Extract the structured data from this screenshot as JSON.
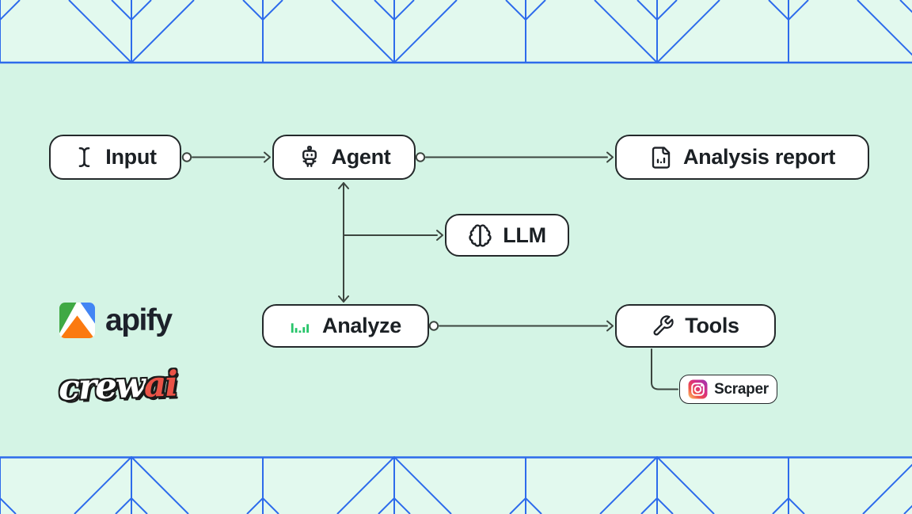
{
  "canvas": {
    "background_color": "#d4f4e5",
    "border_background_color": "#e2f9ee",
    "border_line_color": "#2d6beb",
    "connector_color": "#3c453f",
    "node_border_color": "#24292b",
    "node_text_color": "#1b2024"
  },
  "nodes": {
    "input": {
      "label": "Input",
      "icon": "text-cursor-icon"
    },
    "agent": {
      "label": "Agent",
      "icon": "robot-icon"
    },
    "report": {
      "label": "Analysis report",
      "icon": "file-chart-icon"
    },
    "llm": {
      "label": "LLM",
      "icon": "brain-icon"
    },
    "analyze": {
      "label": "Analyze",
      "icon": "bar-chart-icon",
      "bar_color": "#27c56a"
    },
    "tools": {
      "label": "Tools",
      "icon": "wrench-icon"
    },
    "scraper": {
      "label": "Scraper",
      "icon": "instagram-icon"
    }
  },
  "edges": [
    {
      "from": "input",
      "to": "agent",
      "style": "arrow-with-source-dot"
    },
    {
      "from": "agent",
      "to": "report",
      "style": "arrow-with-source-dot"
    },
    {
      "from": "agent",
      "to": "analyze",
      "style": "double-headed-arrow"
    },
    {
      "from": "agent",
      "to": "llm",
      "style": "arrow"
    },
    {
      "from": "analyze",
      "to": "tools",
      "style": "arrow-with-source-dot"
    },
    {
      "from": "tools",
      "to": "scraper",
      "style": "elbow-line"
    }
  ],
  "logos": {
    "apify": {
      "word": "apify",
      "icon_green": "#3fa944",
      "icon_blue": "#4285f4",
      "icon_orange": "#fb7a10",
      "word_color": "#1d212b"
    },
    "crewai": {
      "crew": "crew",
      "ai": "ai",
      "ai_color": "#ea5347",
      "outline_color": "#1a1a1a"
    }
  }
}
